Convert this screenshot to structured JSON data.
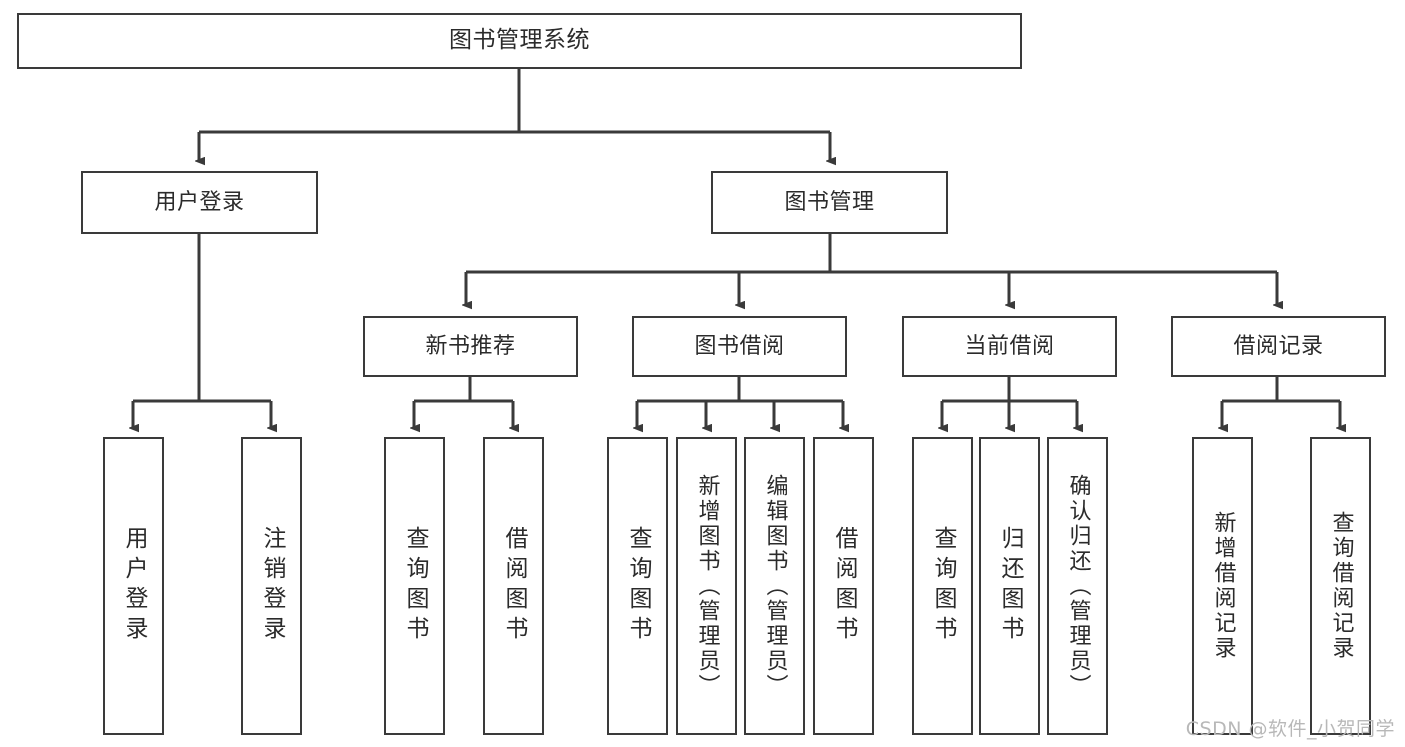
{
  "diagram": {
    "type": "tree-hierarchy-chart",
    "title": "图书管理系统",
    "root": {
      "label": "图书管理系统"
    },
    "level2": [
      {
        "label": "用户登录"
      },
      {
        "label": "图书管理"
      }
    ],
    "level3": [
      {
        "label": "新书推荐"
      },
      {
        "label": "图书借阅"
      },
      {
        "label": "当前借阅"
      },
      {
        "label": "借阅记录"
      }
    ],
    "leaves": [
      {
        "label": "用户登录",
        "parent": "用户登录"
      },
      {
        "label": "注销登录",
        "parent": "用户登录"
      },
      {
        "label": "查询图书",
        "parent": "新书推荐"
      },
      {
        "label": "借阅图书",
        "parent": "新书推荐"
      },
      {
        "label": "查询图书",
        "parent": "图书借阅"
      },
      {
        "label": "新增图书（管理员）",
        "parent": "图书借阅"
      },
      {
        "label": "编辑图书（管理员）",
        "parent": "图书借阅"
      },
      {
        "label": "借阅图书",
        "parent": "图书借阅"
      },
      {
        "label": "查询图书",
        "parent": "当前借阅"
      },
      {
        "label": "归还图书",
        "parent": "当前借阅"
      },
      {
        "label": "确认归还（管理员）",
        "parent": "当前借阅"
      },
      {
        "label": "新增借阅记录",
        "parent": "借阅记录"
      },
      {
        "label": "查询借阅记录",
        "parent": "借阅记录"
      }
    ],
    "watermark": "CSDN @软件_小贺同学",
    "colors": {
      "stroke": "#3a3a3a",
      "fill": "#ffffff",
      "text": "#2b2b2b",
      "watermark": "#b8b8b8"
    }
  }
}
